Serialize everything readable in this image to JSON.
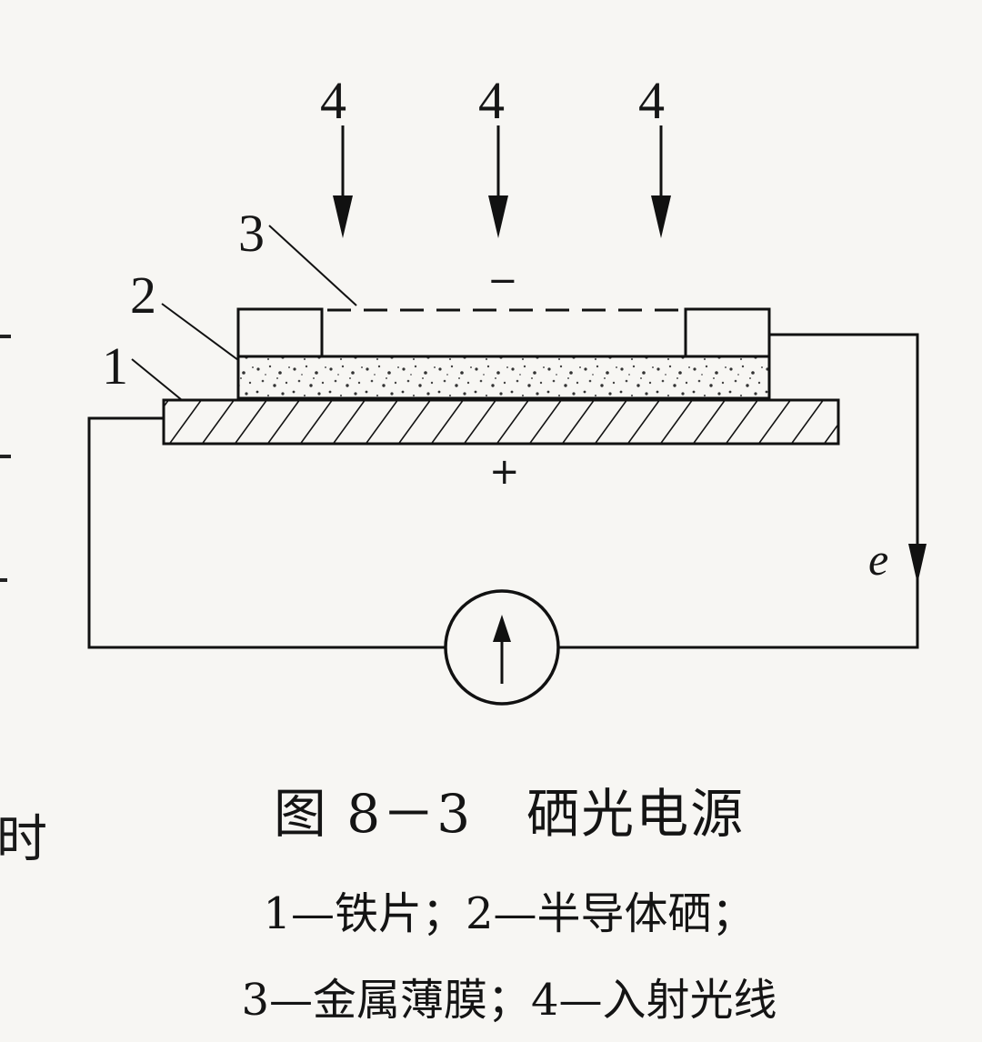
{
  "diagram": {
    "labels": {
      "iron_plate": "1",
      "semiconductor": "2",
      "metal_film": "3",
      "incident_light": "4"
    },
    "signs": {
      "minus": "−",
      "plus": "+"
    },
    "electron_label": "e"
  },
  "caption": {
    "title": "图 8－3　硒光电源",
    "legend_line1": "1—铁片；2—半导体硒；",
    "legend_line2": "3—金属薄膜；4—入射光线"
  },
  "margin_fragment": {
    "char": "时"
  }
}
